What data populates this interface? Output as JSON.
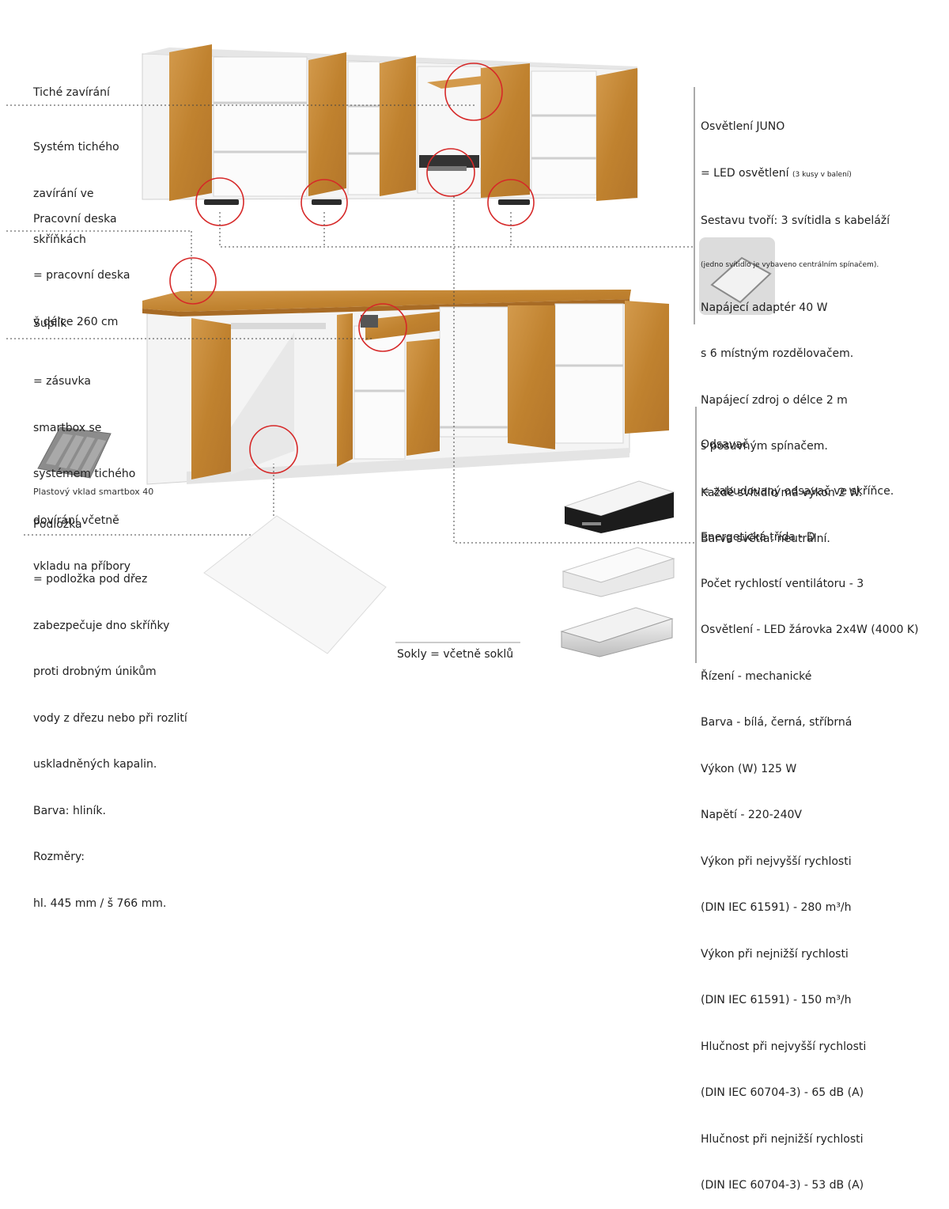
{
  "colors": {
    "oak": "#c8893a",
    "oak_dark": "#a86b25",
    "carcass": "#f4f4f4",
    "carcass_shade": "#dedede",
    "highlight_circle": "#d62828",
    "leader_line": "#444444",
    "text": "#222222"
  },
  "left": {
    "silent_close": {
      "title": "Tiché zavírání",
      "desc": [
        "Systém tichého",
        "zavírání ve",
        "skříňkách"
      ]
    },
    "worktop": {
      "title": "Pracovní deska",
      "desc": [
        "= pracovní deska",
        "v délce 260 cm"
      ]
    },
    "drawer": {
      "title": "Šuplík",
      "desc": [
        "= zásuvka",
        "smartbox se",
        "systémem tichého",
        "dovírání včetně",
        "vkladu na příbory"
      ],
      "insert_caption": "Plastový vklad smartbox 40"
    },
    "mat": {
      "title": "Podložka",
      "desc": [
        "= podložka pod dřez",
        "zabezpečuje dno skříňky",
        "proti drobným únikům",
        "vody z dřezu nebo při rozlití",
        "uskladněných kapalin.",
        "Barva: hliník.",
        "Rozměry:",
        "hl. 445 mm / š 766 mm."
      ]
    }
  },
  "plinth": "Sokly = včetně soklů",
  "lighting": {
    "title": "Osvětlení JUNO",
    "line1": "= LED osvětlení",
    "line1_note": "(3 kusy v balení)",
    "line2": "Sestavu tvoří: 3 svítidla s kabeláží",
    "line2_note": "(jedno svítidlo je vybaveno centrálním spínačem).",
    "rest": [
      "Napájecí adaptér 40 W",
      "s 6 místným rozdělovačem.",
      "Napájecí zdroj o délce 2 m",
      "s posuvným spínačem.",
      "Každé svítidlo má výkon 2 W.",
      "Barva světla: neutrální."
    ]
  },
  "hood": {
    "title": "Odsavač",
    "lines": [
      "= zabudovaný odsavač ve skříňce.",
      "Energetická třída - D",
      "Počet rychlostí ventilátoru - 3",
      "Osvětlení - LED žárovka 2x4W (4000 K)",
      "Řízení - mechanické",
      "Barva - bílá, černá, stříbrná",
      "Výkon (W) 125 W",
      "Napětí - 220-240V",
      "Výkon při nejvyšší rychlosti",
      "(DIN IEC 61591) - 280 m³/h",
      "Výkon při nejnižší rychlosti",
      "(DIN IEC 61591) - 150 m³/h",
      "Hlučnost při nejvyšší rychlosti",
      "(DIN IEC 60704-3) - 65 dB (A)",
      "Hlučnost při nejnižší rychlosti",
      "(DIN IEC 60704-3) - 53 dB (A)"
    ]
  }
}
